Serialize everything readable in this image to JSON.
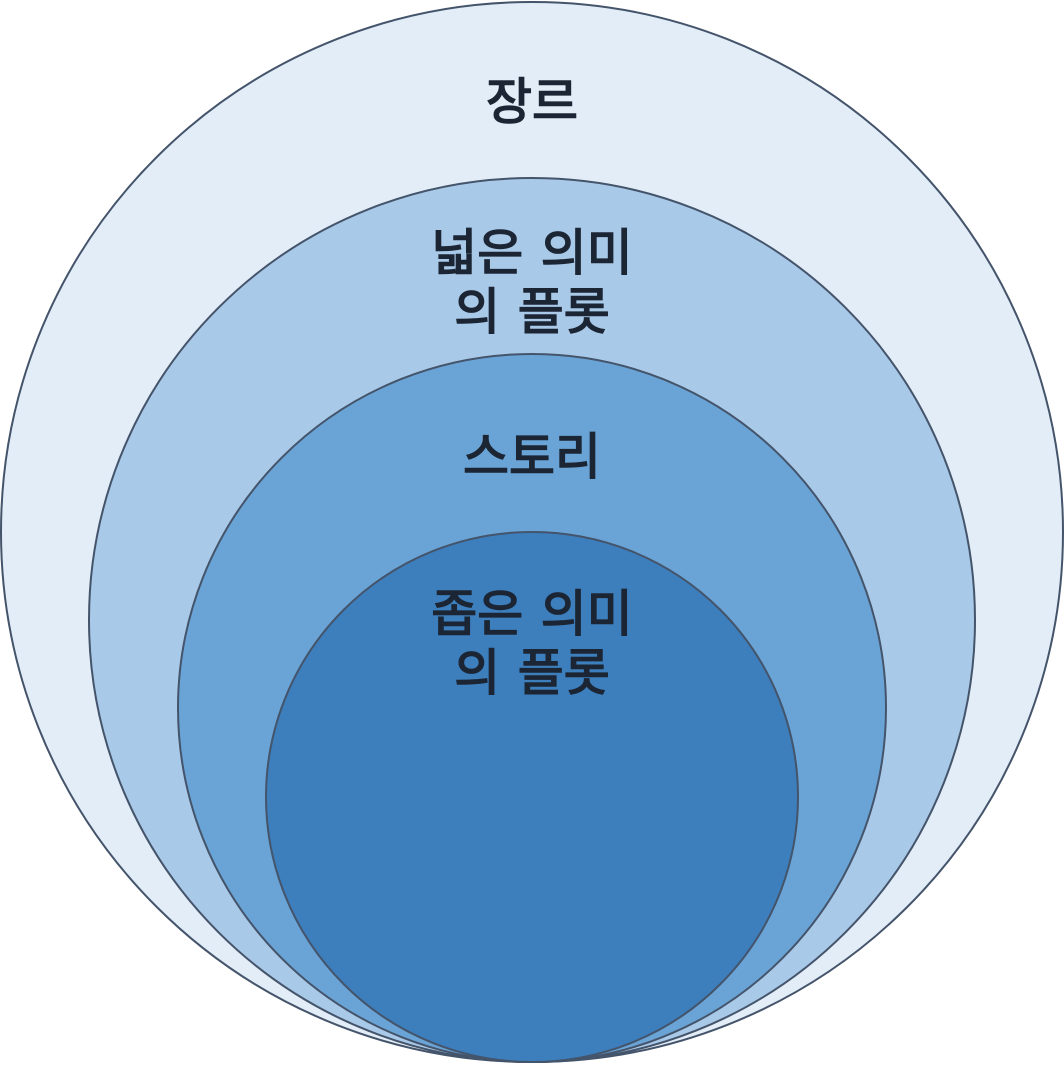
{
  "diagram": {
    "type": "nested-circles",
    "levels": [
      {
        "lines": [
          "장르"
        ],
        "fill": "#e3edf8"
      },
      {
        "lines": [
          "넓은 의미",
          "의 플롯"
        ],
        "fill": "#a9c9e9"
      },
      {
        "lines": [
          "스토리"
        ],
        "fill": "#6aa4d6"
      },
      {
        "lines": [
          "좁은 의미",
          "의 플롯"
        ],
        "fill": "#3d7ebd"
      }
    ],
    "outline_color": "#44546a",
    "text_color": "#1b2533"
  }
}
